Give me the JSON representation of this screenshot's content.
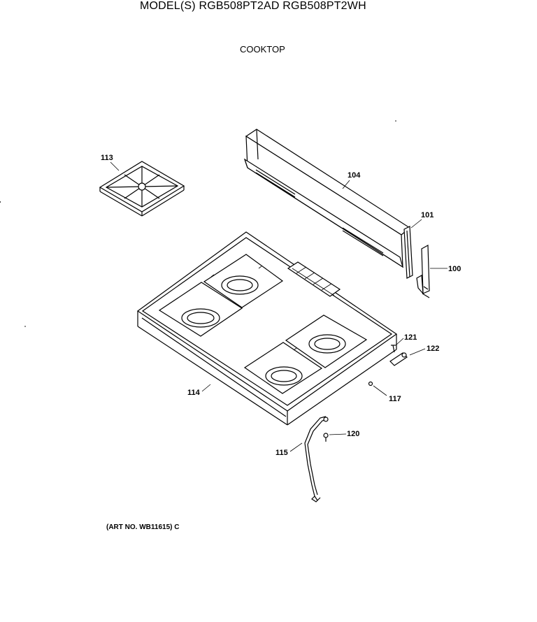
{
  "header": {
    "model_line": "MODEL(S) RGB508PT2AD  RGB508PT2WH",
    "section_title": "COOKTOP"
  },
  "footer": {
    "art_number": "(ART NO. WB11615) C"
  },
  "callouts": {
    "grate": "113",
    "backsplash": "104",
    "end_cap": "101",
    "bracket": "100",
    "cooktop": "114",
    "screw_121": "121",
    "clip_122": "122",
    "screw_117": "117",
    "screw_120": "120",
    "rod_115": "115"
  }
}
